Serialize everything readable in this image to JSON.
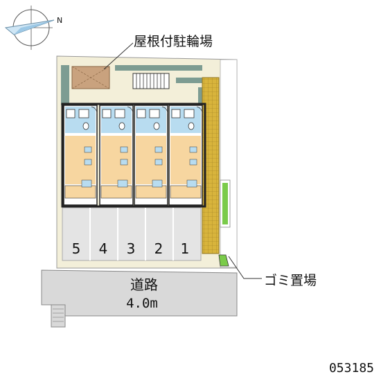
{
  "compass": {
    "north_label": "N"
  },
  "labels": {
    "bicycle_parking": "屋根付駐輪場",
    "garbage_area": "ゴミ置場",
    "road_name": "道路",
    "road_width": "4.0m",
    "property_id": "053185"
  },
  "parking_spaces": [
    "5",
    "4",
    "3",
    "2",
    "1"
  ],
  "colors": {
    "site": "#f3efd9",
    "wall": "#7d9c92",
    "room": "#f7d6a0",
    "wet_area": "#b8dcf0",
    "tile": "#d8b43c",
    "bike_roof": "#c9a27e",
    "road": "#d9d9d9",
    "parking": "#e4e4e4",
    "planting": "#7acb4a"
  }
}
